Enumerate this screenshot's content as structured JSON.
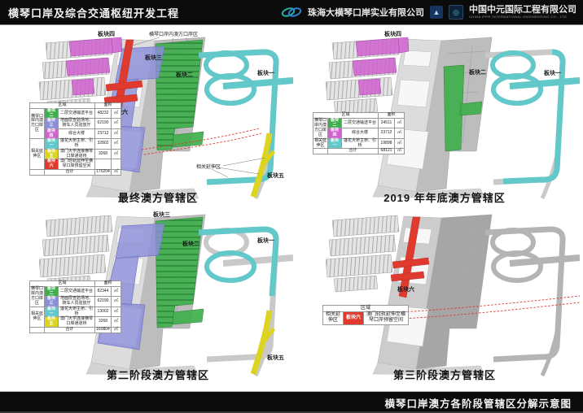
{
  "colors": {
    "green": "#3faf4d",
    "blue": "#8b8fd8",
    "magenta": "#cf62cf",
    "cyan": "#63c8c9",
    "yellow": "#ddd41f",
    "red": "#e03a2f"
  },
  "header": {
    "title": "横琴口岸及综合交通枢纽开发工程",
    "company1": "珠海大横琴口岸实业有限公司",
    "company2": "中国中元国际工程有限公司",
    "company2_sub": "CHINA IPPR INTERNATIONAL ENGINEERING CO., LTD."
  },
  "footer": {
    "caption": "横琴口岸澳方各阶段管辖区分解示意图"
  },
  "blocks": {
    "b1": "板块一",
    "b2": "板块二",
    "b3": "板块三",
    "b4": "板块四",
    "b5": "板块五",
    "b6": "板块六"
  },
  "descs": {
    "b1": "莲花大桥主桥、引桥",
    "b2": "二层交通输送平台",
    "b3": "地面层查验场地、随车人员验放厅",
    "b4": "综合大楼",
    "b5": "澳门大学连接横琴口岸通道桥",
    "b6": "澳门轻轨延伸至横琴口岸预留空间"
  },
  "legend": {
    "zone_header": "区域",
    "area_header": "面积",
    "unit": "㎡",
    "total_label": "合计",
    "group_port": "横琴口岸内澳方口岸区",
    "group_ext": "相关延伸区"
  },
  "panels": {
    "tl": {
      "caption": "最终澳方管辖区",
      "callout_top": "横琴口岸内澳方口岸区",
      "callout_ext": "相关延伸区",
      "areas": {
        "b2": "48232",
        "b3": "62190",
        "b4": "23712",
        "b1": "32802",
        "b5": "3268",
        "b6": ""
      },
      "total": "170204"
    },
    "tr": {
      "caption": "2019 年年底澳方管辖区",
      "areas": {
        "b2": "24511",
        "b4": "23712",
        "b1": "19898"
      },
      "total": "68121"
    },
    "bl": {
      "caption": "第二阶段澳方管辖区",
      "areas": {
        "b2": "82344",
        "b3": "62190",
        "b1": "13002",
        "b5": "3268"
      },
      "total": "160804"
    },
    "br": {
      "caption": "第三阶段澳方管辖区"
    }
  }
}
